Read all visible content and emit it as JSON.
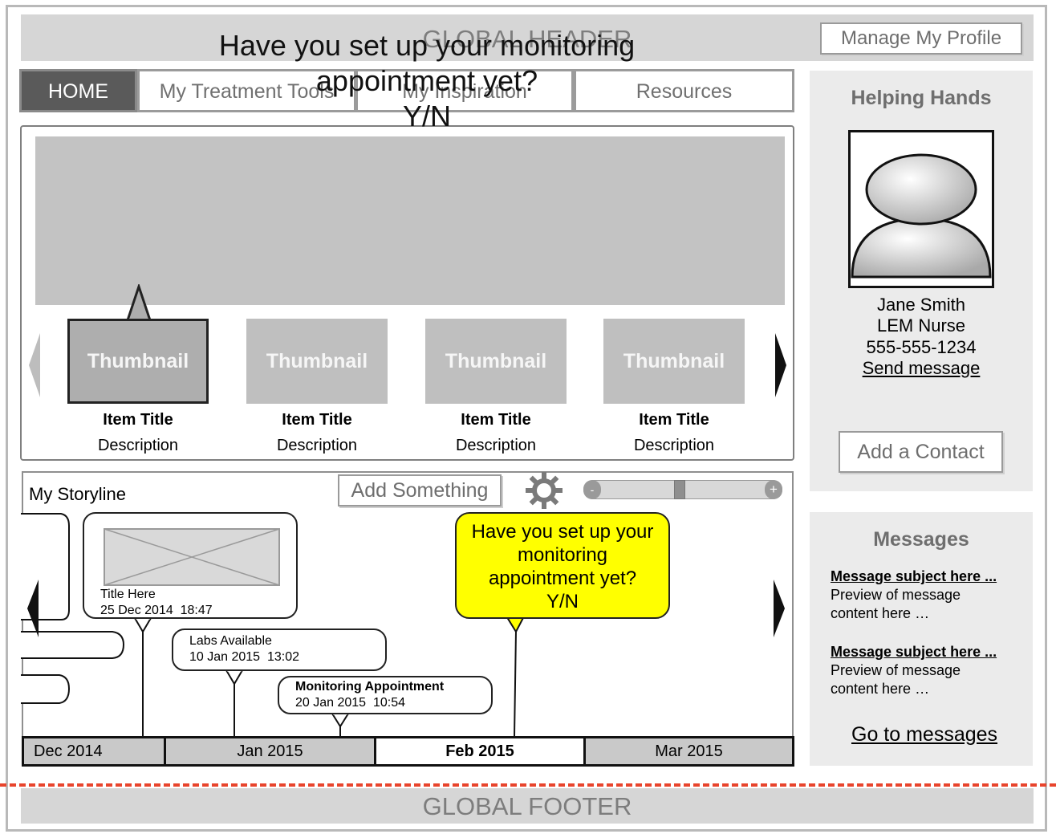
{
  "header": {
    "title": "GLOBAL HEADER",
    "profile_button": "Manage My Profile"
  },
  "nav": {
    "tabs": [
      {
        "label": "HOME",
        "active": true
      },
      {
        "label": "My Treatment Tools",
        "active": false
      },
      {
        "label": "My Inspiration",
        "active": false
      },
      {
        "label": "Resources",
        "active": false
      }
    ]
  },
  "promo": {
    "text": "Have you set up your monitoring\nappointment yet?\nY/N"
  },
  "carousel": {
    "items": [
      {
        "thumb": "Thumbnail",
        "title": "Item Title",
        "description": "Description",
        "selected": true
      },
      {
        "thumb": "Thumbnail",
        "title": "Item Title",
        "description": "Description",
        "selected": false
      },
      {
        "thumb": "Thumbnail",
        "title": "Item Title",
        "description": "Description",
        "selected": false
      },
      {
        "thumb": "Thumbnail",
        "title": "Item Title",
        "description": "Description",
        "selected": false
      }
    ]
  },
  "storyline": {
    "title": "My Storyline",
    "add_button": "Add Something",
    "events": [
      {
        "title": "Title Here",
        "timestamp": "25 Dec 2014  18:47"
      },
      {
        "title": "Labs Available",
        "timestamp": "10 Jan 2015  13:02"
      },
      {
        "title": "Monitoring Appointment",
        "timestamp": "20 Jan 2015  10:54"
      }
    ],
    "prompt": "Have you set up your\nmonitoring\nappointment yet?\nY/N",
    "months": [
      "Dec 2014",
      "Jan 2015",
      "Feb 2015",
      "Mar 2015"
    ],
    "selected_month": "Feb 2015",
    "zoom_minus": "-",
    "zoom_plus": "+"
  },
  "helping_hands": {
    "title": "Helping Hands",
    "name": "Jane Smith",
    "role": "LEM Nurse",
    "phone": "555-555-1234",
    "send_message": "Send message",
    "add_contact": "Add a Contact"
  },
  "messages": {
    "title": "Messages",
    "items": [
      {
        "subject": "Message subject here ...",
        "preview": "Preview of message\ncontent here …"
      },
      {
        "subject": "Message subject here ...",
        "preview": "Preview of message\ncontent here …"
      }
    ],
    "go_link": "Go to messages"
  },
  "footer": {
    "title": "GLOBAL FOOTER"
  },
  "colors": {
    "prompt_bubble": "#ffff00",
    "divider": "#e8442c"
  }
}
